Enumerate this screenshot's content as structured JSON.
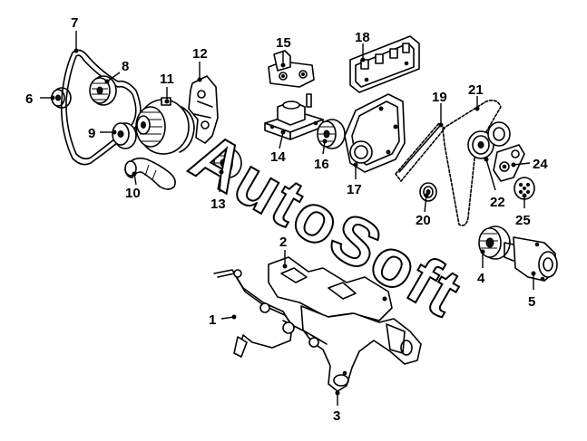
{
  "watermark": "AutoSoft",
  "callouts": [
    {
      "id": "1",
      "label": "1"
    },
    {
      "id": "2",
      "label": "2"
    },
    {
      "id": "3",
      "label": "3"
    },
    {
      "id": "4",
      "label": "4"
    },
    {
      "id": "5",
      "label": "5"
    },
    {
      "id": "6",
      "label": "6"
    },
    {
      "id": "7",
      "label": "7"
    },
    {
      "id": "8",
      "label": "8"
    },
    {
      "id": "9",
      "label": "9"
    },
    {
      "id": "10",
      "label": "10"
    },
    {
      "id": "11",
      "label": "11"
    },
    {
      "id": "12",
      "label": "12"
    },
    {
      "id": "13",
      "label": "13"
    },
    {
      "id": "14",
      "label": "14"
    },
    {
      "id": "15",
      "label": "15"
    },
    {
      "id": "16",
      "label": "16"
    },
    {
      "id": "17",
      "label": "17"
    },
    {
      "id": "18",
      "label": "18"
    },
    {
      "id": "19",
      "label": "19"
    },
    {
      "id": "20",
      "label": "20"
    },
    {
      "id": "21",
      "label": "21"
    },
    {
      "id": "22",
      "label": "22"
    },
    {
      "id": "24",
      "label": "24"
    },
    {
      "id": "25",
      "label": "25"
    }
  ],
  "colors": {
    "line": "#000000",
    "background": "#ffffff"
  }
}
